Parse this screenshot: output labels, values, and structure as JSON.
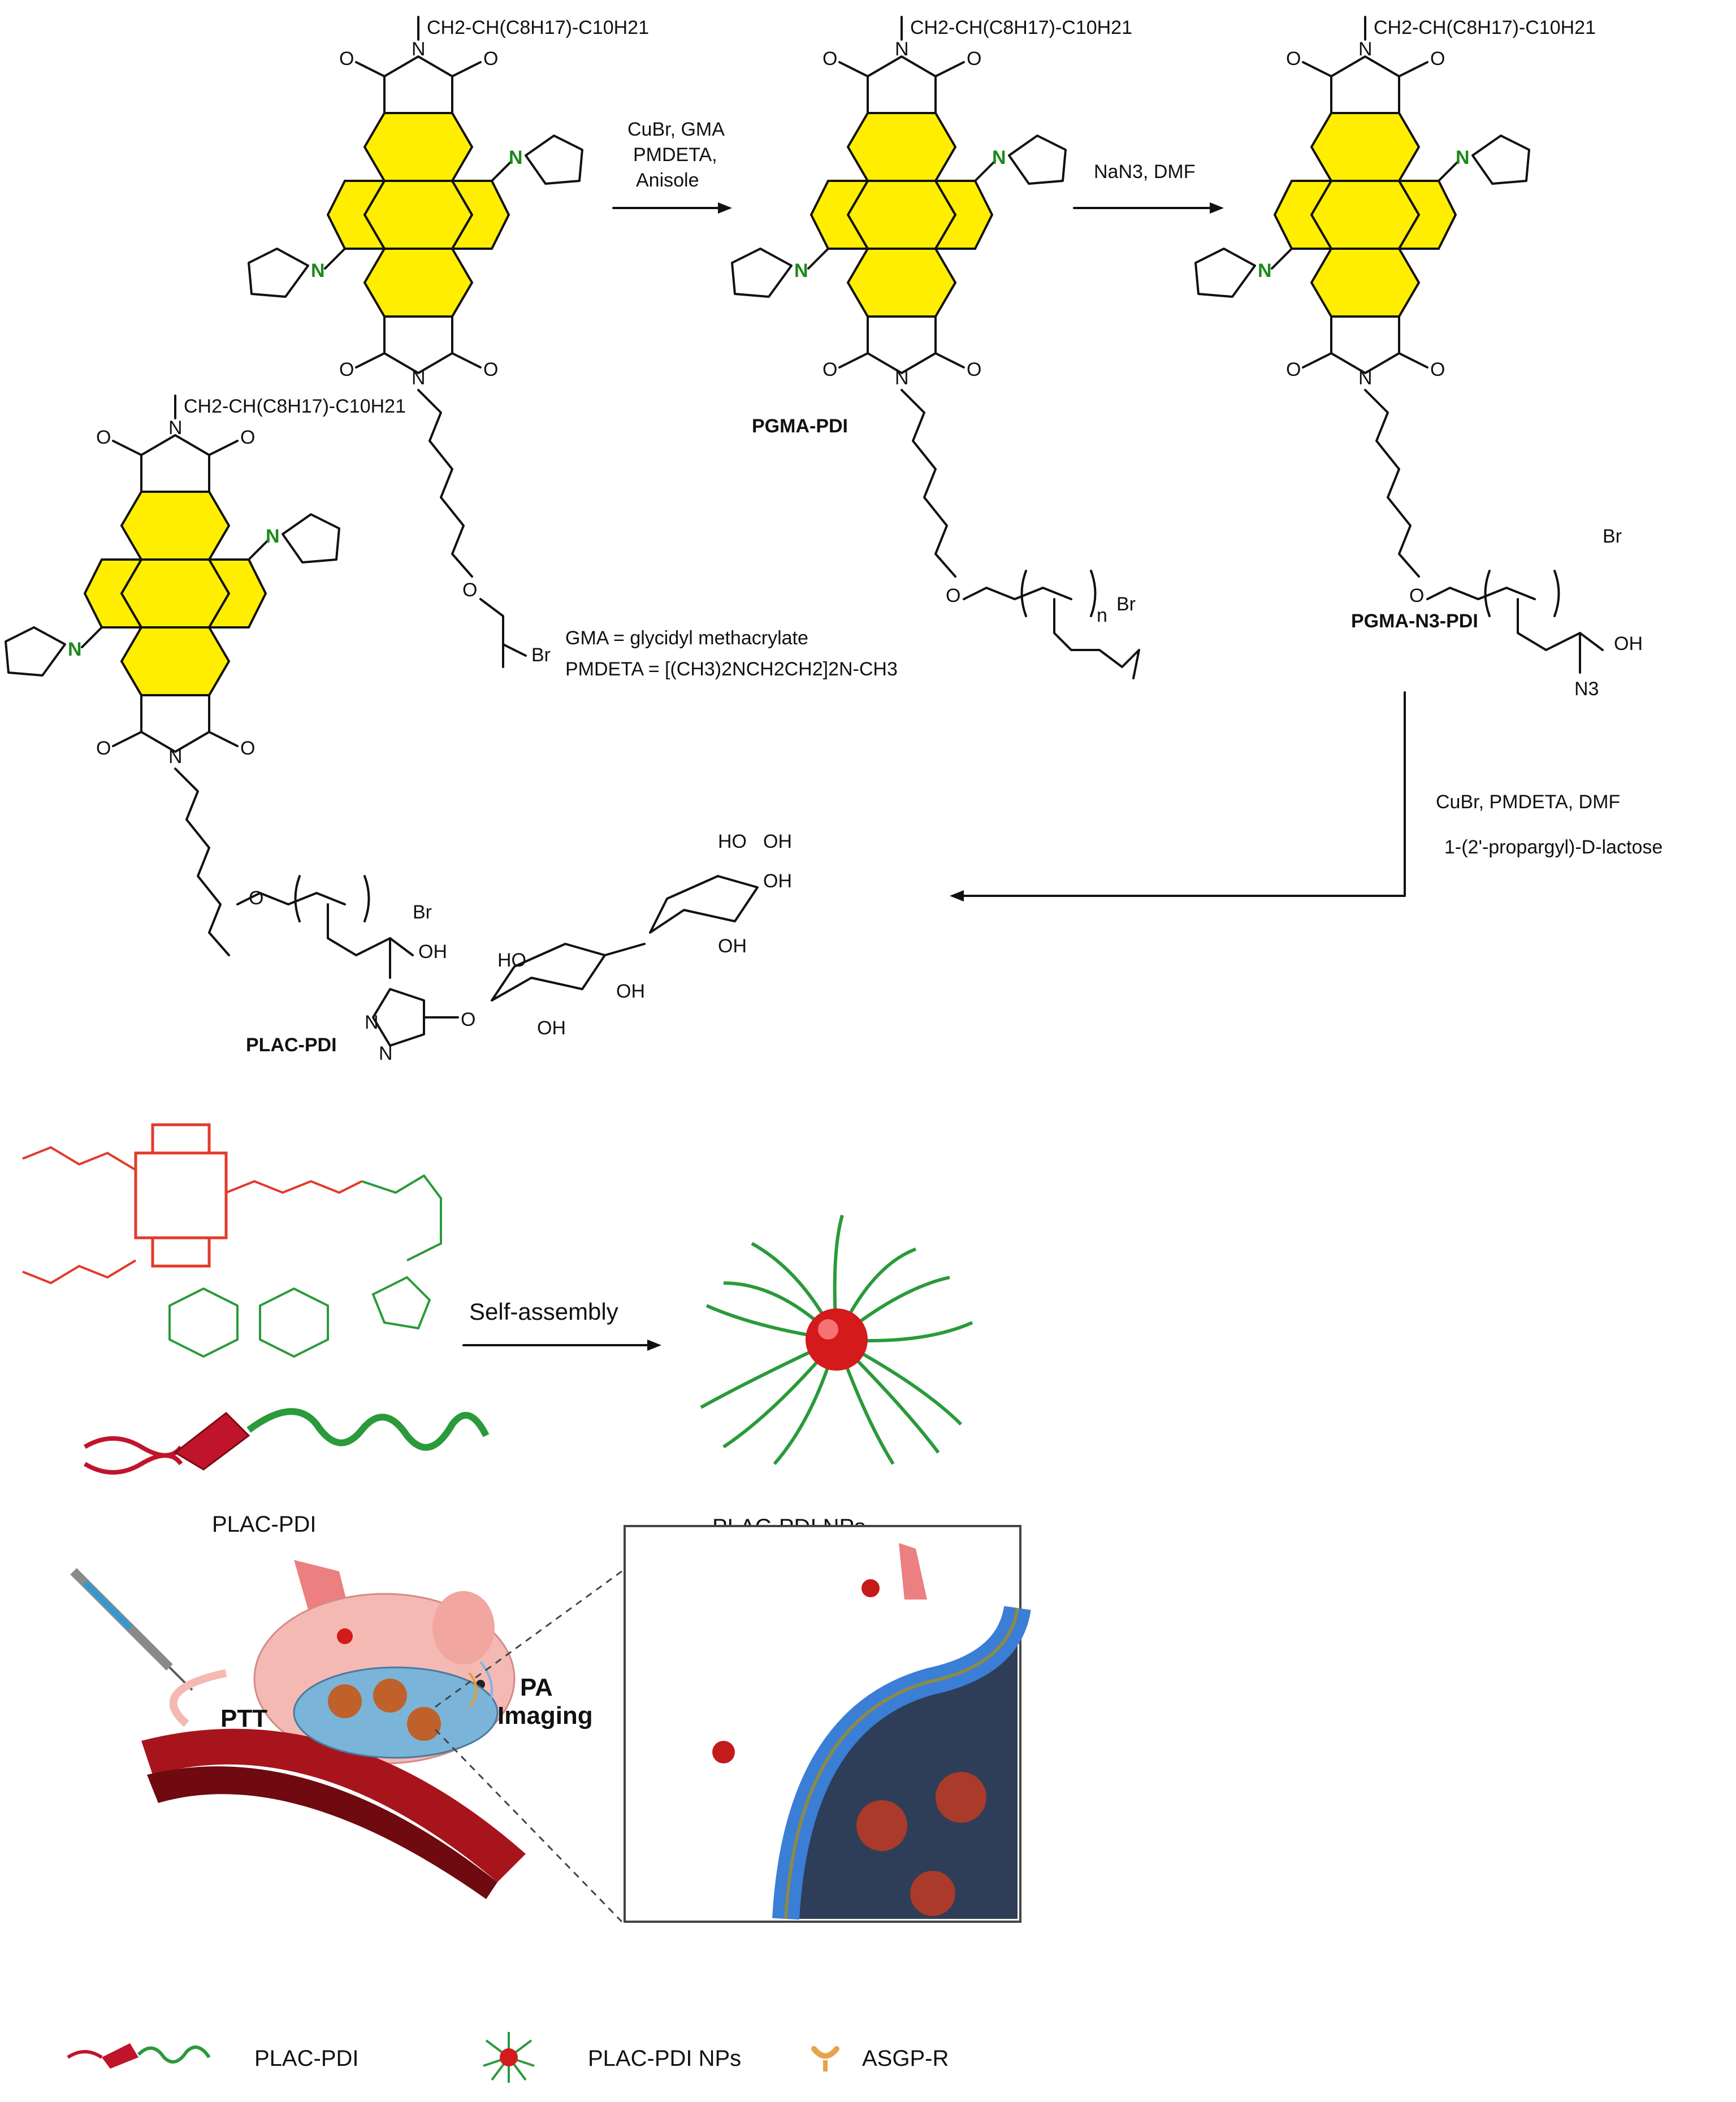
{
  "scheme": {
    "compounds": {
      "c1_alkyl": "CH2-CH(C8H17)-C10H21",
      "pgma_pdi": "PGMA-PDI",
      "pgma_n3_pdi": "PGMA-N3-PDI",
      "plac_pdi": "PLAC-PDI"
    },
    "conditions": {
      "step1": [
        "CuBr, GMA",
        "PMDETA,",
        "Anisole"
      ],
      "step2": "NaN3, DMF",
      "step3_line1": "CuBr, PMDETA, DMF",
      "step3_line2": "1-(2'-propargyl)-D-lactose"
    },
    "notes": {
      "gma": "GMA = glycidyl methacrylate",
      "pmdeta": "PMDETA = [(CH3)2NCH2CH2]2N-CH3"
    },
    "atoms": {
      "o": "O",
      "n": "N",
      "br": "Br",
      "oh": "OH",
      "ho": "HO",
      "n3": "N3",
      "n_sub": "n"
    }
  },
  "illustration": {
    "self_assembly": "Self-assembly",
    "left_caption": "PLAC-PDI",
    "right_caption": "PLAC-PDI NPs",
    "ptt": "PTT",
    "pa_imaging_1": "PA",
    "pa_imaging_2": "Imaging"
  },
  "legend": {
    "items": [
      {
        "label": "PLAC-PDI",
        "icon": "polymer-chain-icon"
      },
      {
        "label": "PLAC-PDI NPs",
        "icon": "nanoparticle-icon"
      },
      {
        "label": "ASGP-R",
        "icon": "receptor-icon"
      }
    ]
  },
  "colors": {
    "pdi_core": "#ffee00",
    "nitrogen": "#1a8a1a",
    "red_chem": "#e23a2a",
    "green_chem": "#2a9a3a",
    "vessel": "#a8141c",
    "cell_interior": "#2e3e58",
    "membrane": "#3a7ed6"
  }
}
